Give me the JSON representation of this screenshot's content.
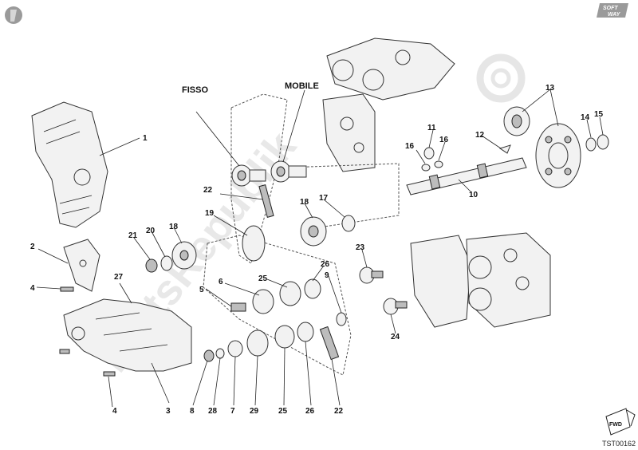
{
  "diagram": {
    "code": "TST00162",
    "logo_text_top": "SOFT",
    "logo_text_bottom": "WAY",
    "watermark": "PartsRepublik",
    "direction_badge": "FWD",
    "labels": {
      "fisso": "FISSO",
      "mobile": "MOBILE",
      "n1": "1",
      "n2": "2",
      "n4a": "4",
      "n4b": "4",
      "n5": "5",
      "n6": "6",
      "n7": "7",
      "n8": "8",
      "n9": "9",
      "n10": "10",
      "n11": "11",
      "n12": "12",
      "n13": "13",
      "n14": "14",
      "n15": "15",
      "n16a": "16",
      "n16b": "16",
      "n17": "17",
      "n18a": "18",
      "n18b": "18",
      "n19": "19",
      "n20": "20",
      "n21": "21",
      "n22a": "22",
      "n22b": "22",
      "n23": "23",
      "n24": "24",
      "n25a": "25",
      "n25b": "25",
      "n26a": "26",
      "n26b": "26",
      "n27": "27",
      "n28": "28",
      "n29": "29",
      "n3": "3"
    }
  }
}
